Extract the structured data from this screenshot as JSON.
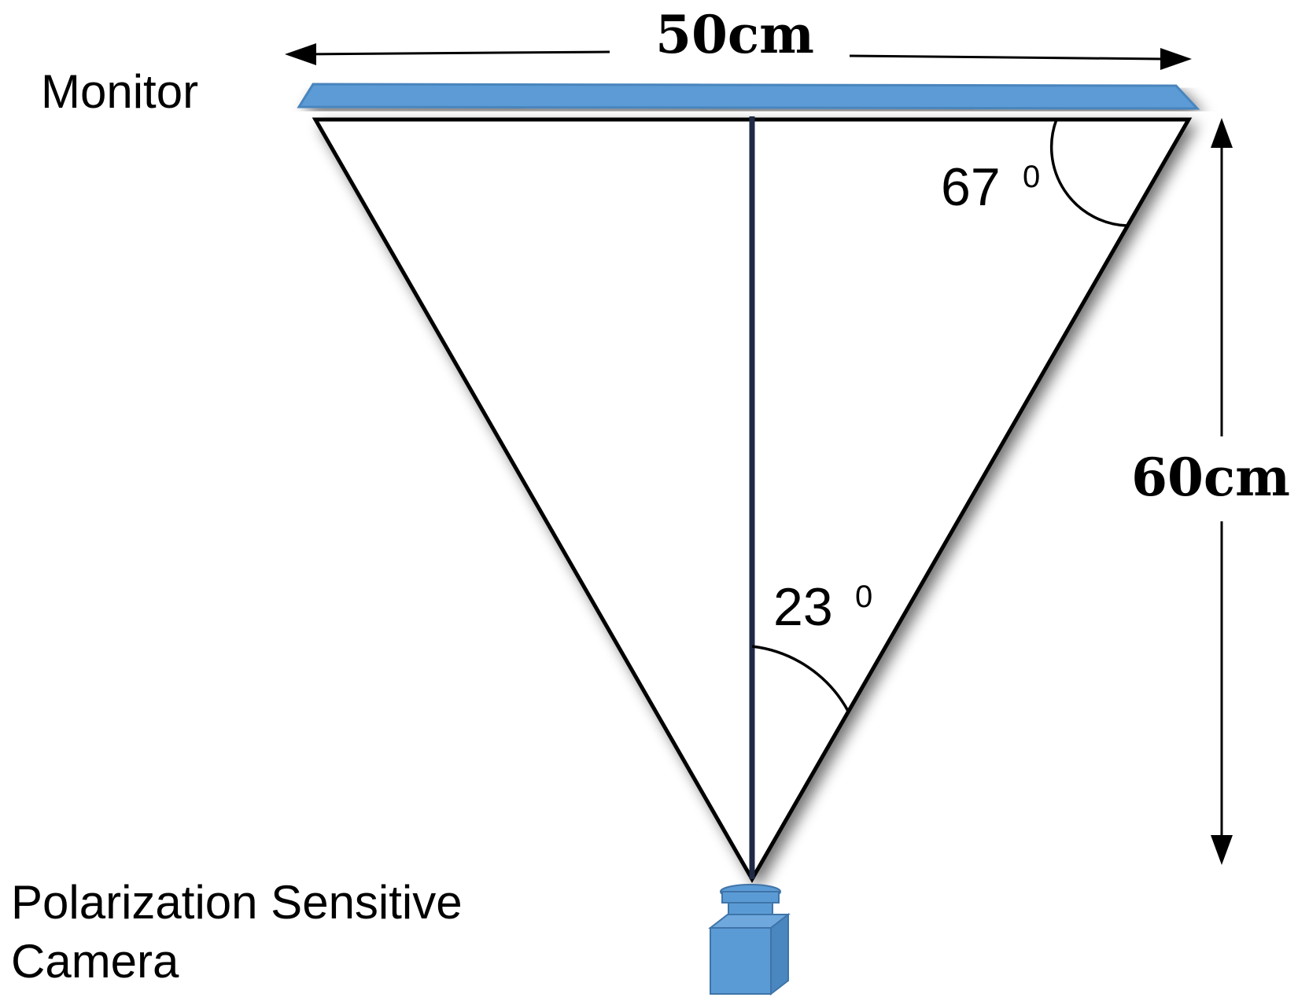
{
  "labels": {
    "width_dimension": "50cm",
    "height_dimension": "60cm",
    "monitor": "Monitor",
    "camera_line1": "Polarization Sensitive",
    "camera_line2": "Camera",
    "angle_top": "67",
    "angle_top_degree": "0",
    "angle_bottom": "23",
    "angle_bottom_degree": "0"
  },
  "colors": {
    "monitor_fill": "#5b9bd5",
    "monitor_stroke": "#4a85bd",
    "camera_fill": "#5b9bd5",
    "camera_stroke": "#3f74a8",
    "line": "#000000",
    "center_line": "#1f2a44"
  },
  "icons": {
    "monitor": "monitor-bar-icon",
    "camera": "camera-icon"
  }
}
